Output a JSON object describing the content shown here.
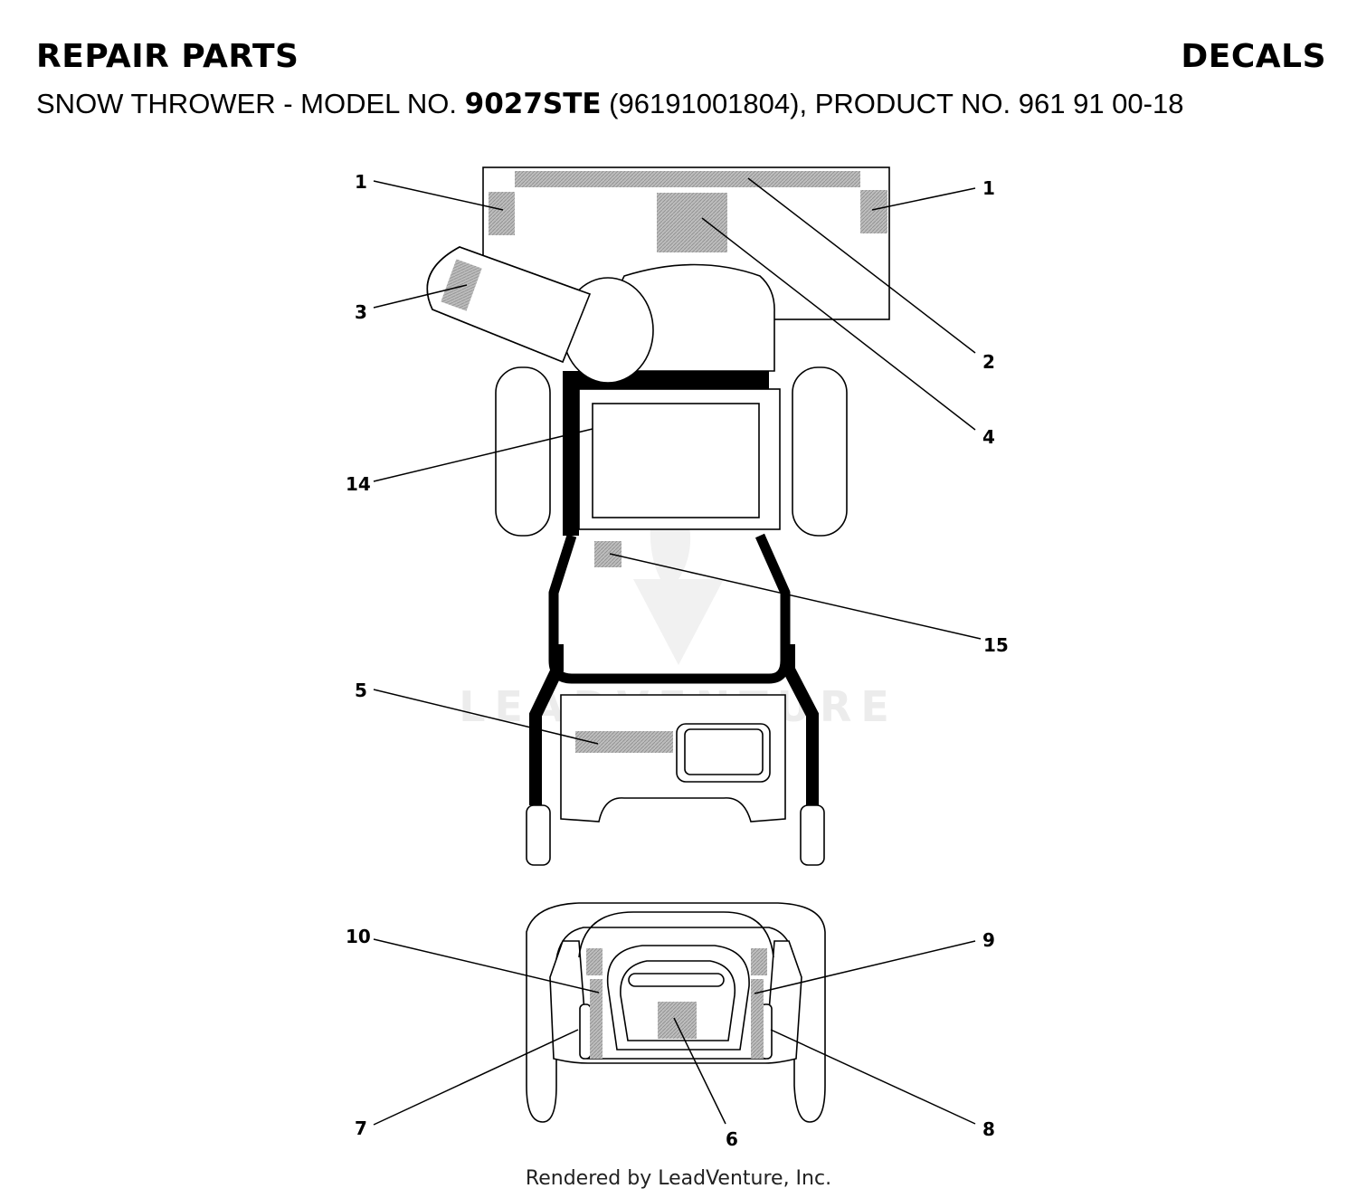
{
  "header": {
    "left_title": "REPAIR PARTS",
    "right_title": "DECALS",
    "subtitle_prefix": "SNOW THROWER - MODEL NO. ",
    "model_no": "9027STE",
    "subtitle_suffix": " (96191001804), PRODUCT NO. 961 91 00-18"
  },
  "watermark": "LEADVENTURE",
  "callouts": [
    "1",
    "1",
    "2",
    "3",
    "4",
    "5",
    "14",
    "15",
    "10",
    "9",
    "7",
    "6",
    "8"
  ],
  "footer": "Rendered by LeadVenture, Inc.",
  "colors": {
    "decal_fill": "#b8b8b8",
    "line": "#000000"
  }
}
